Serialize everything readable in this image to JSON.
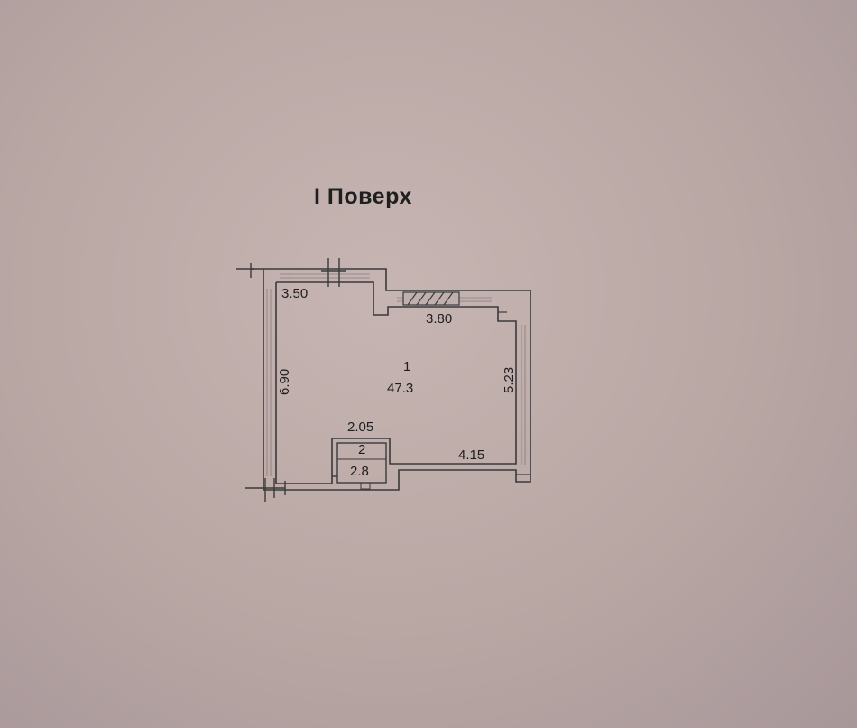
{
  "plan": {
    "title": "I Поверх",
    "dimensions": {
      "left_wall": "6.90",
      "top_left_wall": "3.50",
      "top_right_wall": "3.80",
      "right_wall": "5.23",
      "bottom_right_wall": "4.15",
      "closet_width": "2.05"
    },
    "rooms": [
      {
        "number": "1",
        "area": "47.3"
      },
      {
        "number": "2",
        "area": "2.8"
      }
    ],
    "line_color": "#3a3a3a"
  }
}
